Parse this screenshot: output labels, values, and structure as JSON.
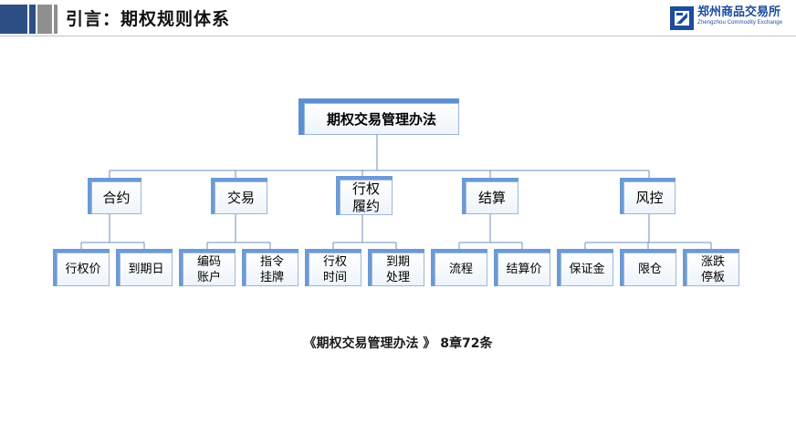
{
  "header": {
    "title": "引言：期权规则体系",
    "logo_cn": "郑州商品交易所",
    "logo_en": "Zhengzhou Commodity Exchange",
    "accent_color": "#2e4f86"
  },
  "diagram": {
    "root": "期权交易管理办法",
    "categories": [
      {
        "label": "合约",
        "children": [
          "行权价",
          "到期日"
        ]
      },
      {
        "label": "交易",
        "children": [
          "编码账户",
          "指令挂牌"
        ]
      },
      {
        "label": "行权履约",
        "children": [
          "行权时间",
          "到期处理"
        ]
      },
      {
        "label": "结算",
        "children": [
          "流程",
          "结算价"
        ]
      },
      {
        "label": "风控",
        "children": [
          "保证金",
          "限仓",
          "涨跌停板"
        ]
      }
    ]
  },
  "caption": "《期权交易管理办法 》 8章72条"
}
